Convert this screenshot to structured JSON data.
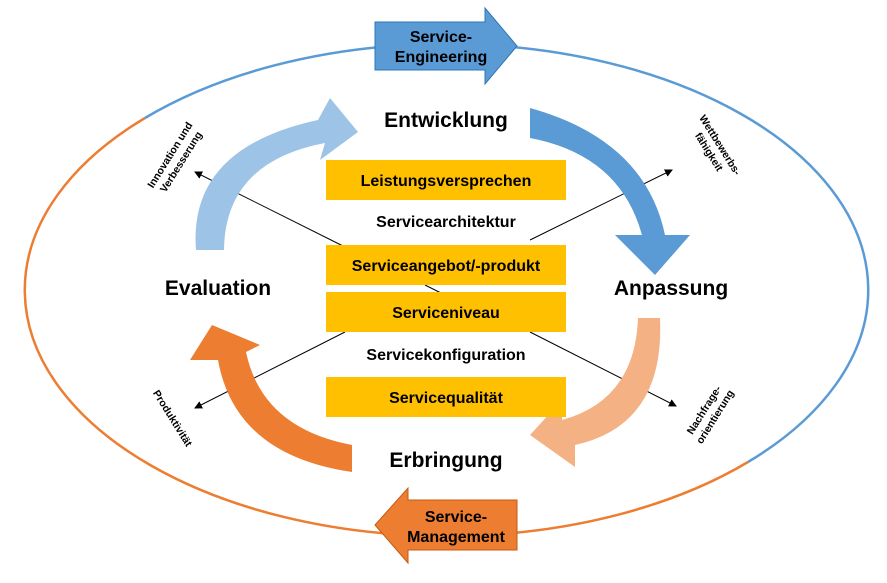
{
  "service_engineering": {
    "line1": "Service-",
    "line2": "Engineering"
  },
  "service_management": {
    "line1": "Service-",
    "line2": "Management"
  },
  "phases": {
    "top": "Entwicklung",
    "right": "Anpassung",
    "bottom": "Erbringung",
    "left": "Evaluation"
  },
  "boxes": [
    "Leistungsversprechen",
    "Serviceangebot/-produkt",
    "Serviceniveau",
    "Servicequalität"
  ],
  "inner_labels": {
    "architecture": "Servicearchitektur",
    "configuration": "Servicekonfiguration"
  },
  "diagonal_labels": {
    "top_left": {
      "line1": "Innovation und",
      "line2": "Verbesserung"
    },
    "top_right": {
      "line1": "Wettbewerbs-",
      "line2": "fähigkeit"
    },
    "bottom_left": {
      "line1": "Produktivität"
    },
    "bottom_right": {
      "line1": "Nachfrage-",
      "line2": "orientierung"
    }
  },
  "colors": {
    "blue": "#5B9BD5",
    "light_blue": "#9DC3E6",
    "orange": "#ED7D31",
    "light_orange": "#F4B183",
    "box_fill": "#FFC000",
    "black": "#000000"
  }
}
